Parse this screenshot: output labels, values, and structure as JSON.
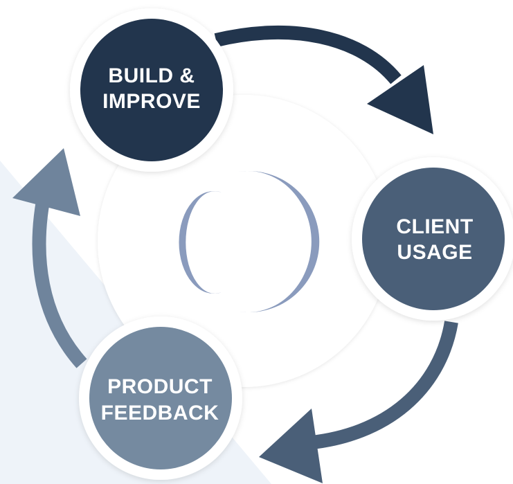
{
  "diagram": {
    "colors": {
      "background_wedge": "#eef3f9",
      "center_disc": "#ffffff",
      "logo_mark": "#8a9bbd",
      "build_improve": "#22354d",
      "client_usage": "#4a5f78",
      "product_feedback": "#758aa0",
      "arrow_build_to_client": "#22354d",
      "arrow_client_to_feedback": "#4a5f78",
      "arrow_feedback_to_build": "#6f849c"
    },
    "nodes": {
      "build_improve": {
        "line1": "BUILD &",
        "line2": "IMPROVE"
      },
      "client_usage": {
        "line1": "CLIENT",
        "line2": "USAGE"
      },
      "product_feedback": {
        "line1": "PRODUCT",
        "line2": "FEEDBACK"
      }
    },
    "center_logo": {
      "icon": "crescent-logo-icon"
    }
  }
}
